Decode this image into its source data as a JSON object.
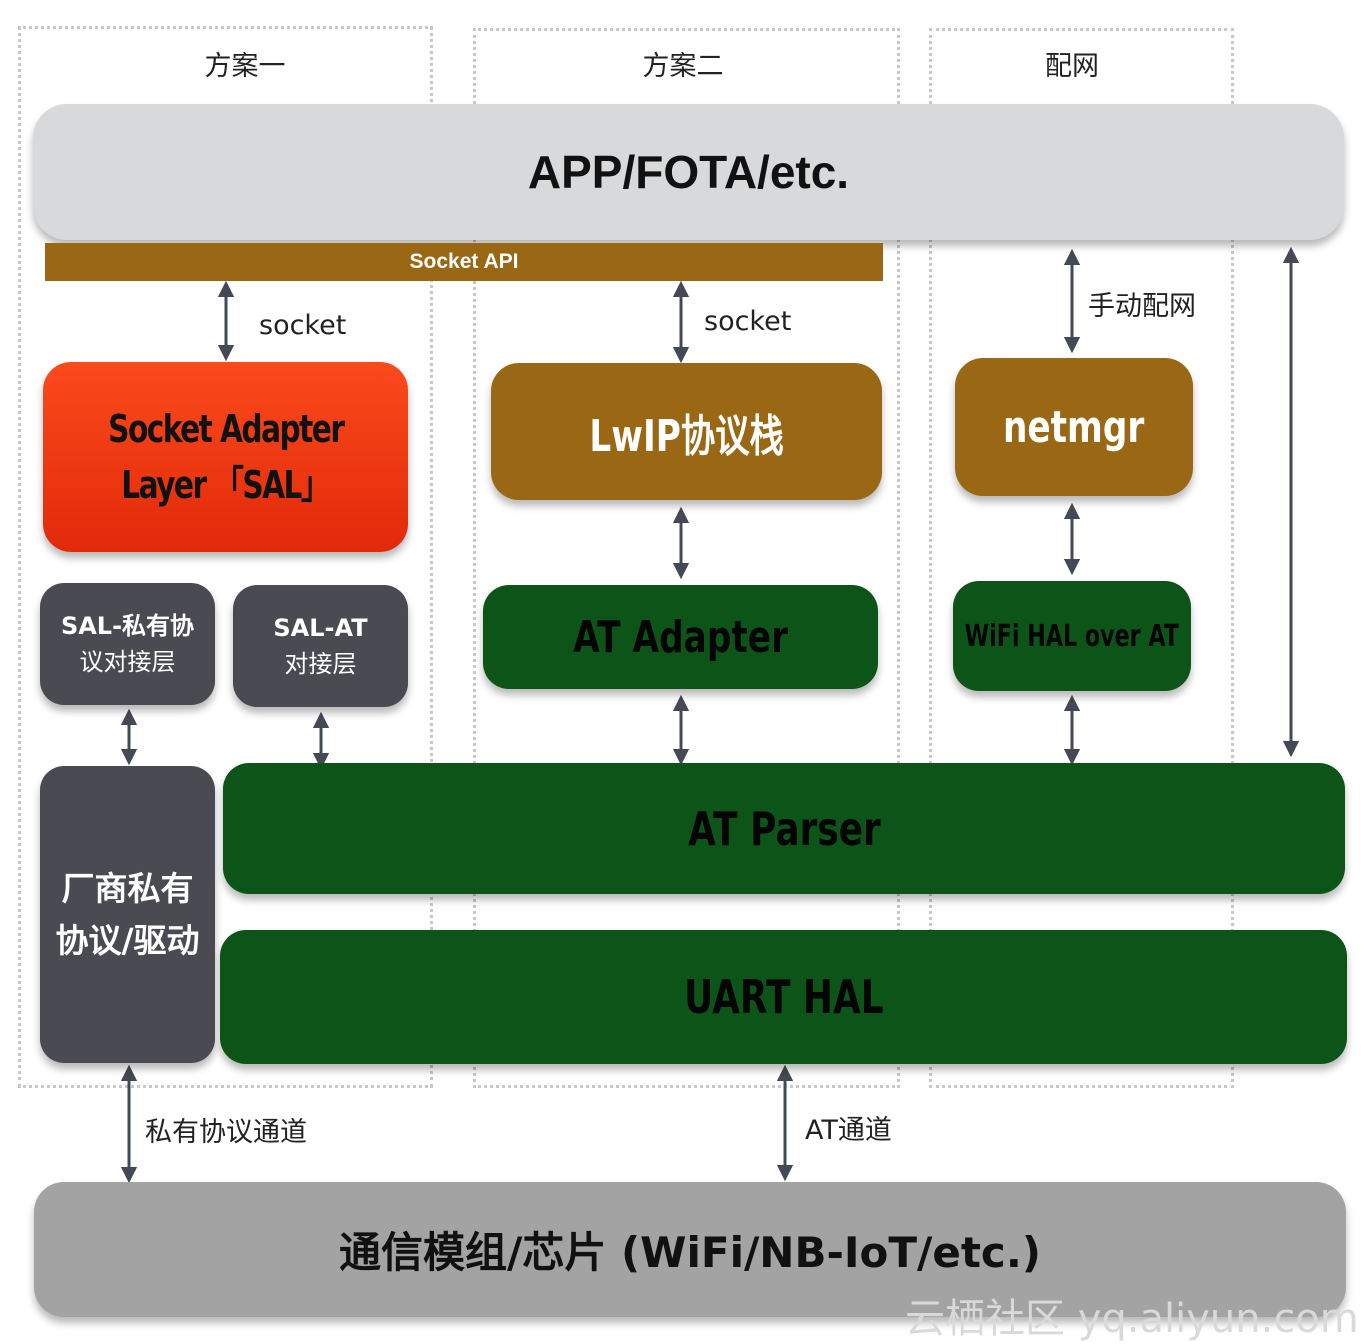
{
  "groups": {
    "scheme1": "方案一",
    "scheme2": "方案二",
    "netconfig": "配网"
  },
  "app_bar": "APP/FOTA/etc.",
  "socket_api": "Socket API",
  "labels": {
    "socket_left": "socket",
    "socket_mid": "socket",
    "manual_netconfig": "手动配网",
    "private_channel": "私有协议通道",
    "at_channel": "AT通道"
  },
  "boxes": {
    "sal_line1": "Socket Adapter",
    "sal_line2": "Layer 「SAL」",
    "lwip": "LwIP协议栈",
    "netmgr": "netmgr",
    "sal_private_line1": "SAL-私有协",
    "sal_private_line2": "议对接层",
    "sal_at_line1": "SAL-AT",
    "sal_at_line2": "对接层",
    "at_adapter": "AT Adapter",
    "wifi_hal": "WiFi HAL over AT",
    "at_parser": "AT Parser",
    "uart_hal": "UART HAL",
    "vendor_line1": "厂商私有",
    "vendor_line2": "协议/驱动",
    "chip": "通信模组/芯片 (WiFi/NB-IoT/etc.)"
  },
  "watermark": "云栖社区 yq.aliyun.com",
  "colors": {
    "app_bar": "#d8d9db",
    "socket_api": "#9a6714",
    "sal": "#f03a12",
    "brown": "#9a6714",
    "green": "#0d5418",
    "grey": "#4a4b52",
    "chip": "#a2a3a2"
  }
}
